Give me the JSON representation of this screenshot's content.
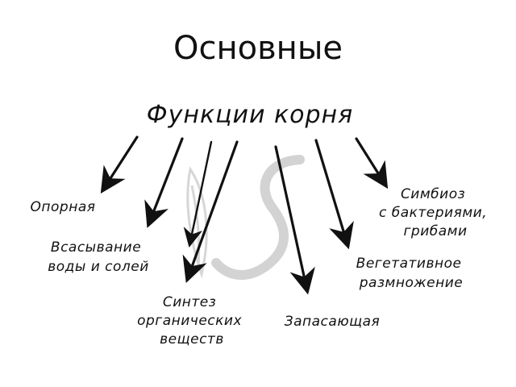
{
  "slide": {
    "title": "Основные"
  },
  "diagram": {
    "heading": "Функции корня",
    "functions": [
      {
        "id": "support",
        "lines": [
          "Опорная"
        ]
      },
      {
        "id": "absorption",
        "lines": [
          "Всасывание",
          "воды и солей"
        ]
      },
      {
        "id": "synthesis",
        "lines": [
          "Синтез",
          "органических",
          "веществ"
        ]
      },
      {
        "id": "storage",
        "lines": [
          "Запасающая"
        ]
      },
      {
        "id": "vegetative",
        "lines": [
          "Вегетативное",
          "размножение"
        ]
      },
      {
        "id": "symbiosis",
        "lines": [
          "Симбиоз",
          "с бактериями,",
          "грибами"
        ]
      }
    ],
    "arrow_count": 7,
    "colors": {
      "ink": "#111111",
      "watermark": "#c4c4c4",
      "background": "#ffffff"
    }
  }
}
